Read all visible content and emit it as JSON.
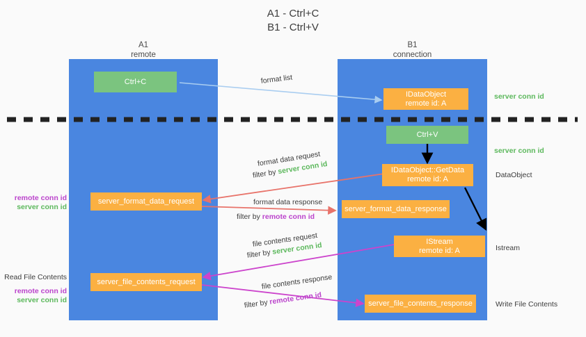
{
  "title": {
    "line1": "A1 - Ctrl+C",
    "line2": "B1 - Ctrl+V"
  },
  "lanes": [
    {
      "name": "A1",
      "sub": "remote",
      "color": "#4a86e0"
    },
    {
      "name": "B1",
      "sub": "connection",
      "color": "#4a86e0"
    }
  ],
  "colors": {
    "lane": "#4a86e0",
    "green_box": "#7bc47f",
    "orange_box": "#fbb042",
    "server_conn_id": "#5cb85c",
    "remote_conn_id": "#bb44cc",
    "arrow_blue": "#a9cdf0",
    "arrow_red": "#e8736a",
    "arrow_magenta": "#cc44cc",
    "arrow_black": "#000000",
    "divider": "#222222",
    "text": "#3c3c3c"
  },
  "boxes": {
    "ctrl_c": {
      "line1": "Ctrl+C",
      "line2": ""
    },
    "ctrl_v": {
      "line1": "Ctrl+V",
      "line2": ""
    },
    "idataobject": {
      "line1": "IDataObject",
      "line2": "remote id: A"
    },
    "getdata": {
      "line1": "IDataObject::GetData",
      "line2": "remote id: A"
    },
    "istream": {
      "line1": "IStream",
      "line2": "remote id: A"
    },
    "server_format_data_request": {
      "line1": "server_format_data_request",
      "line2": ""
    },
    "server_format_data_response": {
      "line1": "server_format_data_response",
      "line2": ""
    },
    "server_file_contents_request": {
      "line1": "server_file_contents_request",
      "line2": ""
    },
    "server_file_contents_response": {
      "line1": "server_file_contents_response",
      "line2": ""
    }
  },
  "edge_labels": {
    "format_list": "format list",
    "format_data_request": "format data request",
    "format_data_request_filter_prefix": "filter by ",
    "format_data_request_filter_value": "server conn id",
    "format_data_response": "format data response",
    "format_data_response_filter_prefix": "filter by ",
    "format_data_response_filter_value": "remote conn id",
    "file_contents_request": "file contents request",
    "file_contents_request_filter_prefix": "filter by ",
    "file_contents_request_filter_value": "server conn id",
    "file_contents_response": "file contents response",
    "file_contents_response_filter_prefix": "filter by ",
    "file_contents_response_filter_value": "remote conn id"
  },
  "right_annotations": {
    "server_conn_id_top": "server conn id",
    "server_conn_id_mid": "server conn id",
    "dataobject": "DataObject",
    "istream": "Istream",
    "write_file_contents": "Write File Contents"
  },
  "left_annotations": {
    "remote_conn_id_upper": "remote conn id",
    "server_conn_id_upper": "server conn id",
    "read_file_contents": "Read File Contents",
    "remote_conn_id_lower": "remote conn id",
    "server_conn_id_lower": "server conn id"
  }
}
